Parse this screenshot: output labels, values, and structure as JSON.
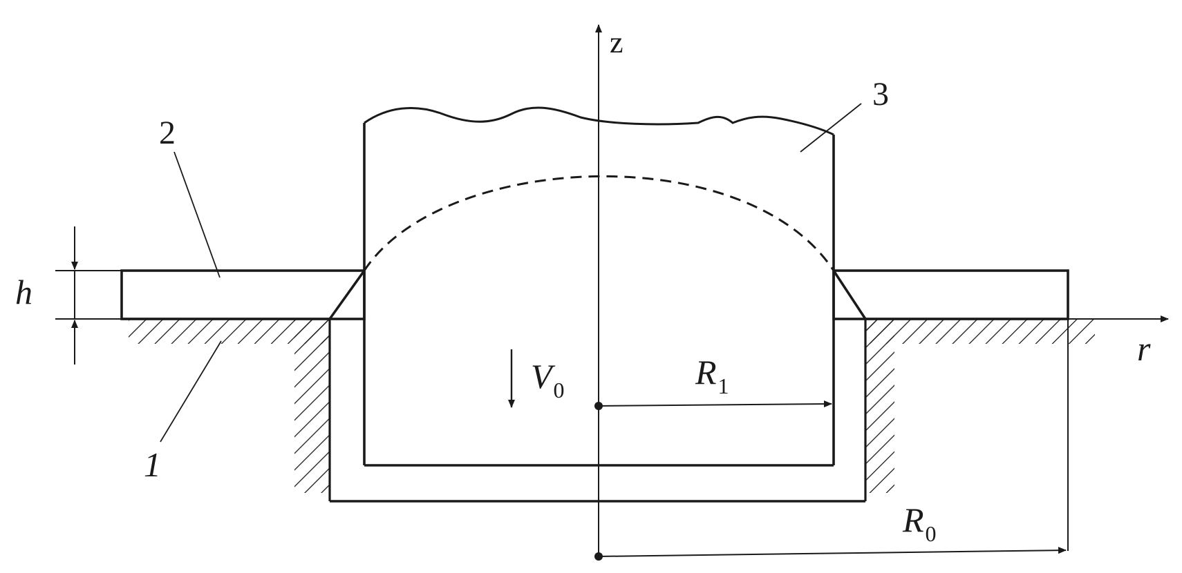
{
  "labels": {
    "z_axis": "z",
    "r_axis": "r",
    "part_1": "1",
    "part_2": "2",
    "part_3": "3",
    "thickness": "h",
    "velocity_main": "V",
    "velocity_sub": "0",
    "radius1_main": "R",
    "radius1_sub": "1",
    "radius0_main": "R",
    "radius0_sub": "0"
  },
  "colors": {
    "ink": "#1a1a1a",
    "background": "#ffffff"
  }
}
